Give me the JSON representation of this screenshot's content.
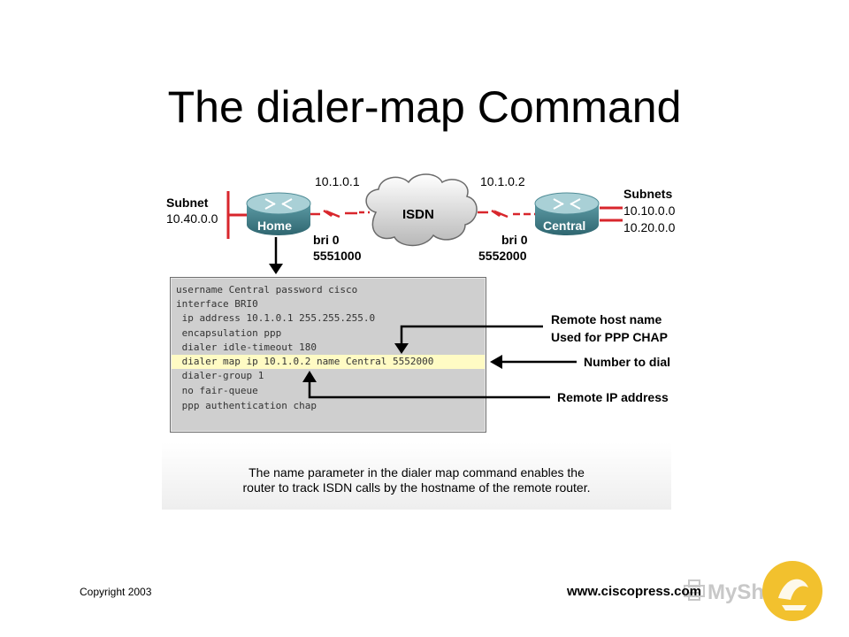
{
  "title": "The dialer-map Command",
  "network": {
    "cloud_label": "ISDN",
    "home": {
      "name": "Home",
      "subnet_label": "Subnet",
      "subnet": "10.40.0.0",
      "ip": "10.1.0.1",
      "bri": "bri 0",
      "phone": "5551000"
    },
    "central": {
      "name": "Central",
      "subnet_label": "Subnets",
      "subnets": [
        "10.10.0.0",
        "10.20.0.0"
      ],
      "ip": "10.1.0.2",
      "bri": "bri 0",
      "phone": "5552000"
    }
  },
  "config_lines": [
    "username Central password cisco",
    "interface BRI0",
    " ip address 10.1.0.1 255.255.255.0",
    " encapsulation ppp",
    " dialer idle-timeout 180",
    " dialer map ip 10.1.0.2 name Central 5552000",
    " dialer-group 1",
    " no fair-queue",
    " ppp authentication chap"
  ],
  "highlighted_line_index": 5,
  "callouts": {
    "remote_host_line1": "Remote host name",
    "remote_host_line2": "Used for PPP CHAP",
    "number_to_dial": "Number to dial",
    "remote_ip": "Remote IP address"
  },
  "caption": {
    "line1": "The name parameter in the dialer map command enables the",
    "line2": "router to track ISDN calls by the hostname of the remote router."
  },
  "footer": {
    "copyright": "Copyright 2003",
    "website": "www.ciscopress.com",
    "watermark": "MyShared"
  },
  "colors": {
    "router_body": "#4f8c96",
    "router_top": "#a9d0d6",
    "subnet_line": "#d8262c",
    "isdn_link": "#d8262c",
    "highlight": "#fffbc4",
    "code_bg": "#cfcfcf",
    "logo_yellow": "#f2c12e"
  }
}
